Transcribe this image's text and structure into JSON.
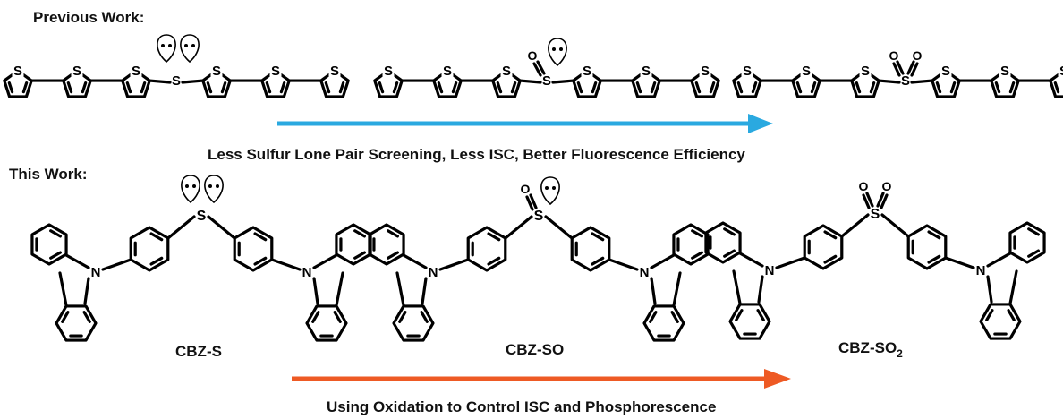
{
  "headings": {
    "previous": "Previous Work:",
    "current": "This Work:"
  },
  "captions": {
    "top_arrow": "Less Sulfur Lone Pair Screening, Less ISC, Better Fluorescence Efficiency",
    "bottom_arrow": "Using Oxidation to Control ISC and Phosphorescence"
  },
  "compounds": {
    "cbz_s": "CBZ-S",
    "cbz_so": "CBZ-SO",
    "cbz_so2_main": "CBZ-SO",
    "cbz_so2_sub": "2"
  },
  "atoms": {
    "sulfur": "S",
    "oxygen": "O",
    "nitrogen": "N"
  },
  "colors": {
    "top_arrow": "#2aa9e0",
    "bottom_arrow": "#ee5a24",
    "structure": "#000000"
  }
}
